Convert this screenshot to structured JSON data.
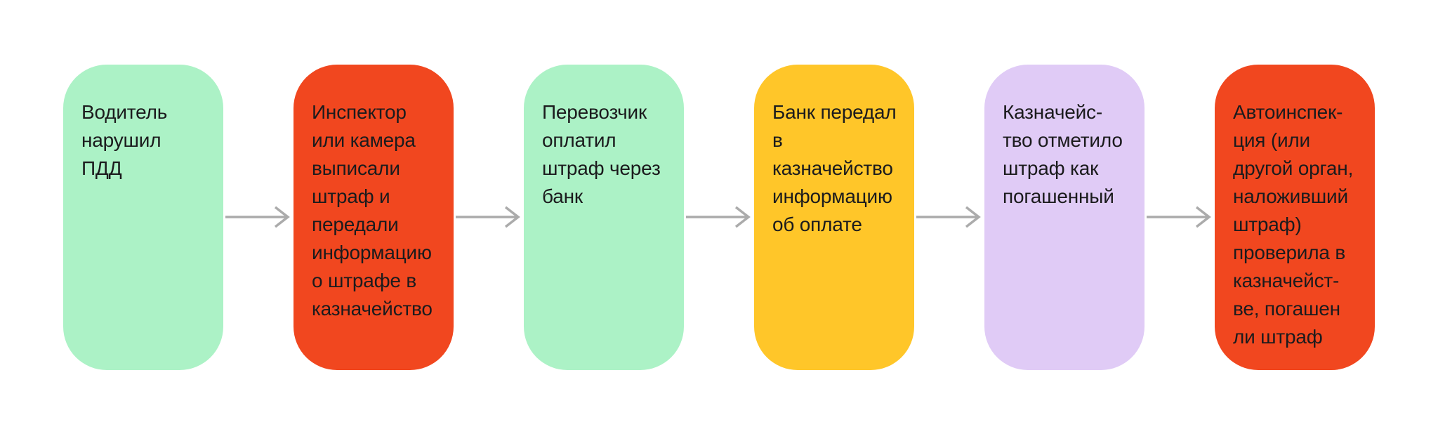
{
  "flow": {
    "background": "#FFFFFF",
    "text_color": "#1B1B1D",
    "arrow_color": "#ABABAB",
    "palette": {
      "mint": "#ACF2C6",
      "red": "#F1471F",
      "yellow": "#FFC629",
      "lavender": "#E0CBF6"
    },
    "steps": [
      {
        "text": "Водитель\nнарушил\nПДД",
        "color": "#ACF2C6"
      },
      {
        "text": "Инспектор\nили камера\nвыписали\nштраф и\nпередали\nинформацию\nо штрафе в\nказначейство",
        "color": "#F1471F"
      },
      {
        "text": "Перевозчик\nоплатил\nштраф через\nбанк",
        "color": "#ACF2C6"
      },
      {
        "text": "Банк передал\nв\nказначейство\nинформацию\nоб оплате",
        "color": "#FFC629"
      },
      {
        "text": "Казначейс-\nтво отметило\nштраф как\nпогашенный",
        "color": "#E0CBF6"
      },
      {
        "text": "Автоинспек-\nция (или\nдругой орган,\nналоживший\nштраф)\nпроверила в\nказначейст-\nве, погашен\nли штраф",
        "color": "#F1471F"
      }
    ]
  }
}
